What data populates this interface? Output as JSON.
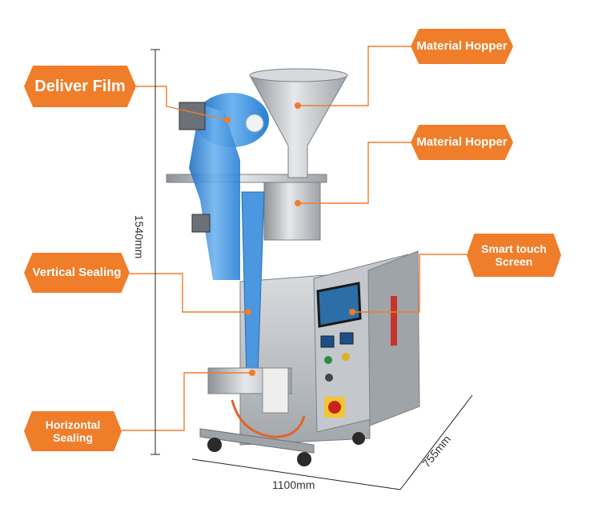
{
  "labels": {
    "deliver_film": "Deliver Film",
    "material_hopper_top": "Material Hopper",
    "material_hopper_mid": "Material Hopper",
    "smart_touch_line1": "Smart touch",
    "smart_touch_line2": "Screen",
    "vertical_sealing": "Vertical Sealing",
    "horizontal_sealing": "Horizontal Sealing"
  },
  "dimensions": {
    "height": "1540mm",
    "width": "1100mm",
    "depth": "755mm"
  },
  "colors": {
    "label_fill": "#f07d2a",
    "leader_line": "#f07d2a",
    "dimension_line": "#222222",
    "machine_steel": "#b9bcc0",
    "film_blue": "#2f86d9"
  }
}
